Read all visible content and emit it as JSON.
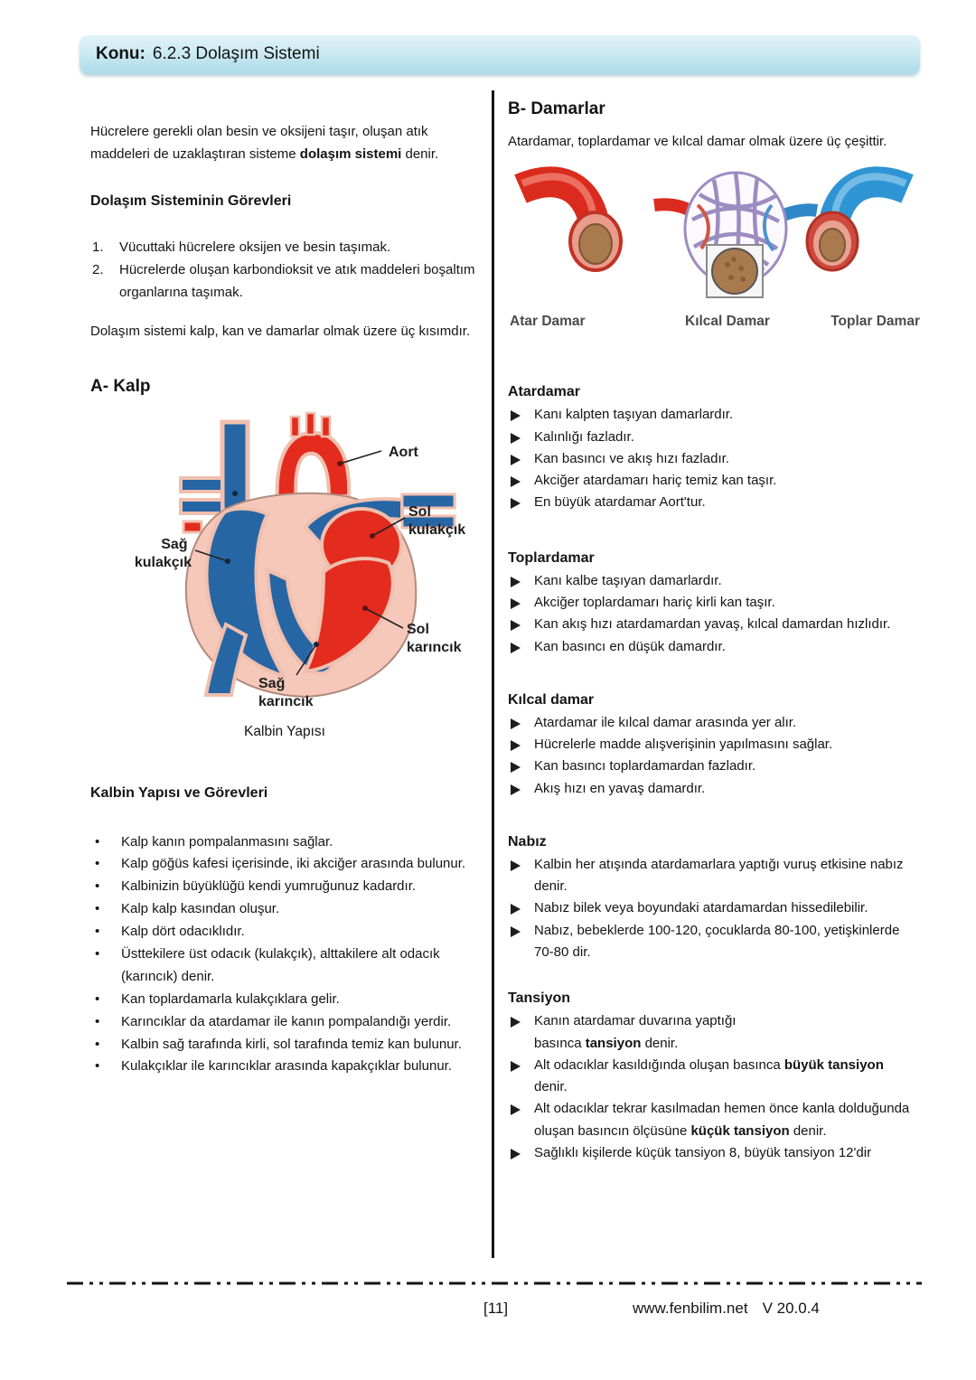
{
  "glyphs": {
    "bullet": "•"
  },
  "colors": {
    "header_bar_blue": "#cdeaf2",
    "heart_red": "#e32b1e",
    "heart_blue": "#2766a5",
    "heart_pink": "#f5c8ba",
    "artery_red": "#da2b1e",
    "vein_blue": "#2f94d4",
    "capillary_purple": "#9c8cc0"
  },
  "header": {
    "label": "Konu:",
    "title": "6.2.3 Dolaşım Sistemi"
  },
  "left": {
    "intro": [
      "Hücrelere gerekli olan besin ve oksijeni taşır, oluşan atık maddeleri de uzaklaştıran sisteme ",
      {
        "b": "dolaşım sistemi"
      },
      " denir."
    ],
    "duties_heading": "Dolaşım Sisteminin Görevleri",
    "duties": [
      {
        "n": "1.",
        "t": "Vücuttaki hücrelere oksijen ve besin taşımak."
      },
      {
        "n": "2.",
        "t": "Hücrelerde oluşan karbondioksit ve atık maddeleri boşaltım organlarına taşımak."
      }
    ],
    "parts_paragraph": "Dolaşım sistemi kalp, kan ve damarlar olmak üzere üç kısımdır.",
    "heart_heading": "A- Kalp",
    "heart": {
      "labels": {
        "aort": "Aort",
        "sag_kulakcik": [
          "Sağ",
          "kulakçık"
        ],
        "sol_kulakcik": [
          "Sol",
          "kulakçık"
        ],
        "sol_karincik": [
          "Sol",
          "karıncık"
        ],
        "sag_karincik": [
          "Sağ",
          "karıncık"
        ]
      },
      "caption": "Kalbin Yapısı"
    },
    "structure_heading": "Kalbin Yapısı ve Görevleri",
    "structure_items": [
      "Kalp kanın pompalanmasını sağlar.",
      "Kalp göğüs kafesi içerisinde, iki akciğer arasında bulunur.",
      "Kalbinizin büyüklüğü kendi yumruğunuz kadardır.",
      "Kalp kalp kasından oluşur.",
      "Kalp dört odacıklıdır.",
      "Üsttekilere üst odacık (kulakçık), alttakilere alt odacık (karıncık) denir.",
      "Kan toplardamarla kulakçıklara gelir.",
      "Karıncıklar da atardamar ile kanın pompalandığı yerdir.",
      "Kalbin sağ tarafında kirli, sol tarafında temiz kan bulunur.",
      "Kulakçıklar ile karıncıklar arasında kapakçıklar bulunur."
    ]
  },
  "right": {
    "heading": "B- Damarlar",
    "intro": "Atardamar, toplardamar ve kılcal damar olmak üzere üç çeşittir.",
    "vessel_labels": [
      "Atar Damar",
      "Kılcal Damar",
      "Toplar Damar"
    ],
    "sections": [
      {
        "title": "Atardamar",
        "items": [
          "Kanı kalpten taşıyan damarlardır.",
          "Kalınlığı fazladır.",
          "Kan basıncı ve akış hızı fazladır.",
          "Akciğer atardamarı hariç temiz kan taşır.",
          "En büyük atardamar Aort'tur."
        ]
      },
      {
        "title": "Toplardamar",
        "items": [
          "Kanı kalbe taşıyan damarlardır.",
          "Akciğer toplardamarı hariç kirli kan taşır.",
          "Kan akış hızı atardamardan yavaş, kılcal damardan hızlıdır.",
          "Kan basıncı en düşük damardır."
        ]
      },
      {
        "title": "Kılcal damar",
        "items": [
          "Atardamar ile kılcal damar arasında yer alır.",
          "Hücrelerle madde alışverişinin yapılmasını sağlar.",
          "Kan basıncı toplardamardan fazladır.",
          "Akış hızı en yavaş damardır."
        ]
      },
      {
        "title": "Nabız",
        "items": [
          "Kalbin her atışında atardamarlara yaptığı vuruş etkisine nabız denir.",
          "Nabız bilek veya boyundaki atardamardan hissedilebilir.",
          "Nabız, bebeklerde 100-120, çocuklarda 80-100, yetişkinlerde 70-80 dir."
        ]
      },
      {
        "title": "Tansiyon",
        "items": [
          [
            "Kanın atardamar duvarına yaptığı\nbasınca ",
            {
              "b": "tansiyon"
            },
            " denir."
          ],
          [
            "Alt odacıklar kasıldığında oluşan basınca ",
            {
              "b": "büyük tansiyon"
            },
            "  denir."
          ],
          [
            "Alt odacıklar tekrar kasılmadan hemen önce kanla dolduğunda oluşan basıncın ölçüsüne ",
            {
              "b": "küçük tansiyon"
            },
            " denir."
          ],
          "Sağlıklı kişilerde küçük tansiyon 8, büyük tansiyon 12'dir"
        ]
      }
    ]
  },
  "footer": {
    "page_number": "[11]",
    "site": "www.fenbilim.net",
    "version": "V 20.0.4"
  }
}
